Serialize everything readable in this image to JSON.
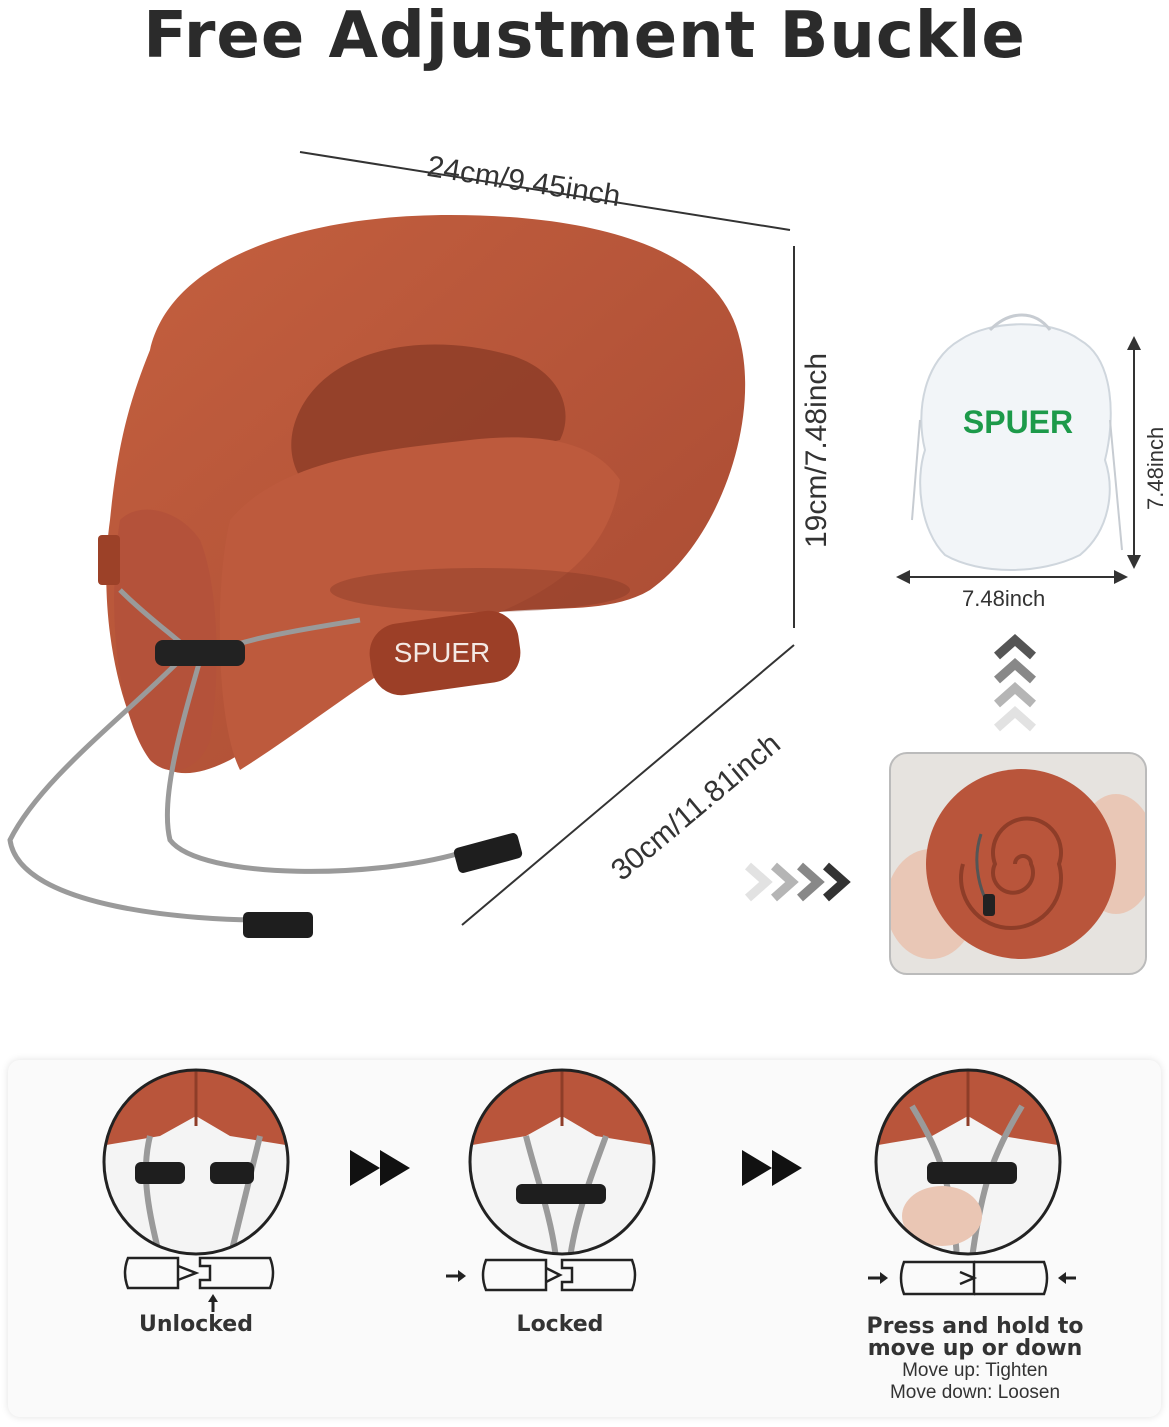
{
  "title": "Free Adjustment Buckle",
  "brand": "SPUER",
  "dimensions": {
    "width": "24cm/9.45inch",
    "height": "19cm/7.48inch",
    "depth": "30cm/11.81inch"
  },
  "bag": {
    "brand": "SPUER",
    "height": "7.48inch",
    "width": "7.48inch"
  },
  "steps": [
    {
      "label": "Unlocked"
    },
    {
      "label": "Locked"
    },
    {
      "label_line1": "Press and hold to",
      "label_line2": "move up or down",
      "sub1": "Move up: Tighten",
      "sub2": "Move down: Loosen"
    }
  ],
  "colors": {
    "pillow": "#b9553b",
    "pillow_shadow": "#8e3d28",
    "brand_green": "#1d9a4a",
    "title": "#2b2b2b"
  },
  "icons": [
    "double-chevron-right-icon",
    "chevron-up-stack-icon",
    "arrow-right-icon",
    "arrow-left-icon",
    "arrow-up-icon"
  ]
}
